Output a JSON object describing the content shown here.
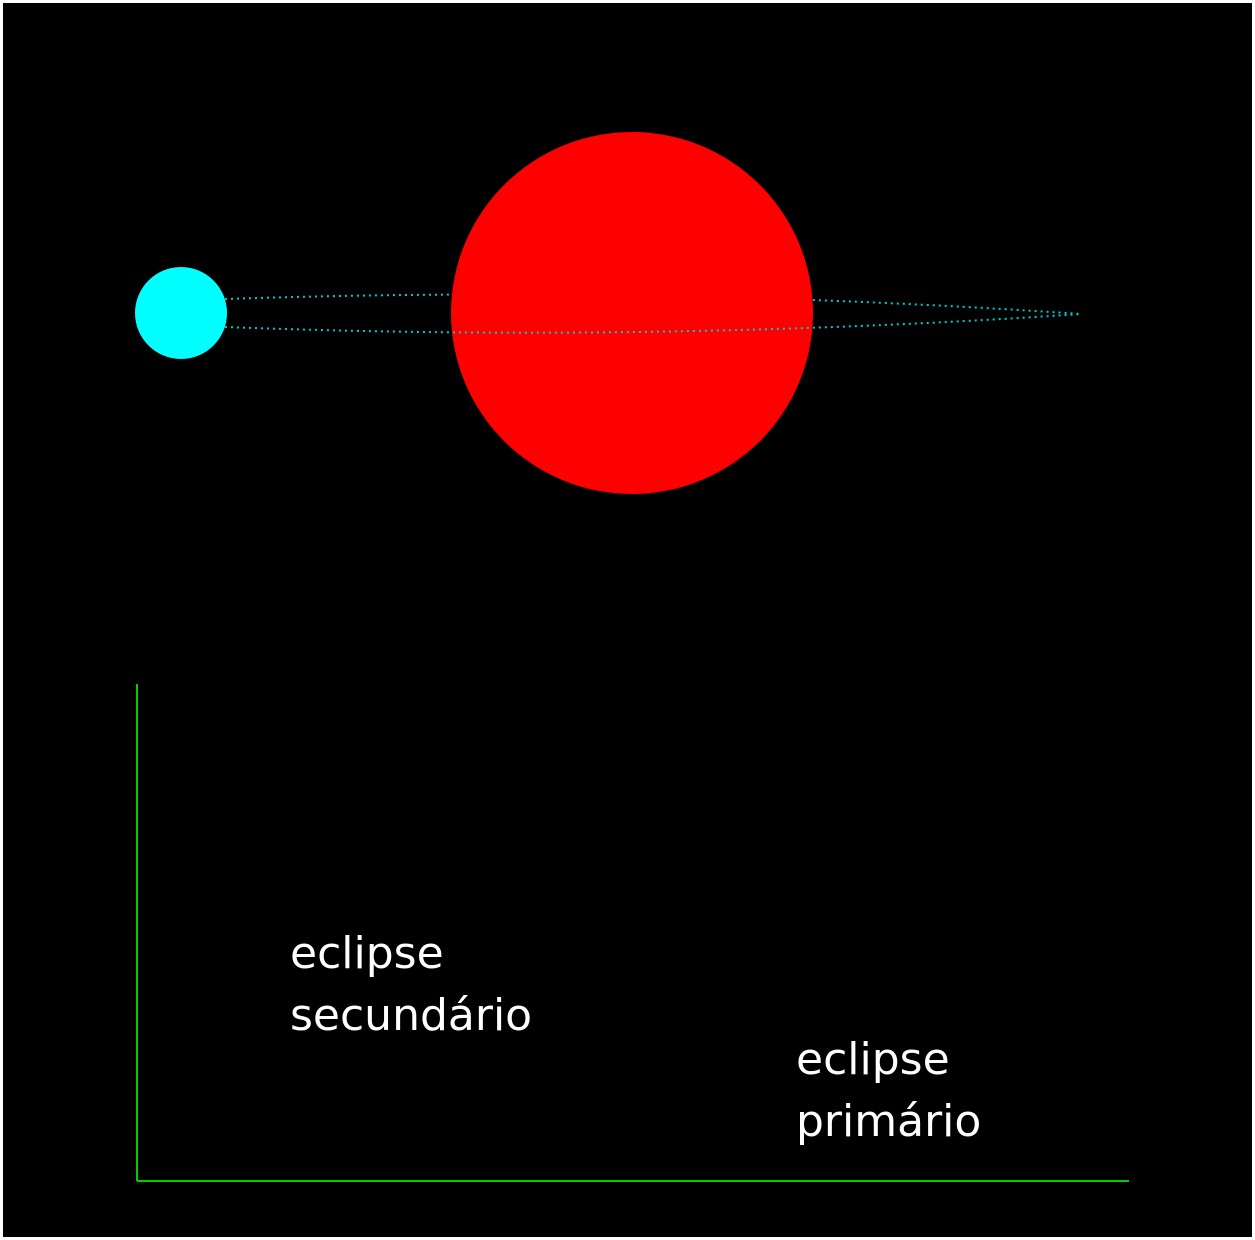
{
  "colors": {
    "background": "#000000",
    "primary_star": "#ff0000",
    "secondary_star": "#00ffff",
    "orbit": "#00cccc",
    "axes": "#00cc00",
    "label_text": "#ffffff"
  },
  "labels": {
    "secondary_eclipse": {
      "line1": "eclipse",
      "line2": "secundário"
    },
    "primary_eclipse": {
      "line1": "eclipse",
      "line2": "primário"
    }
  }
}
